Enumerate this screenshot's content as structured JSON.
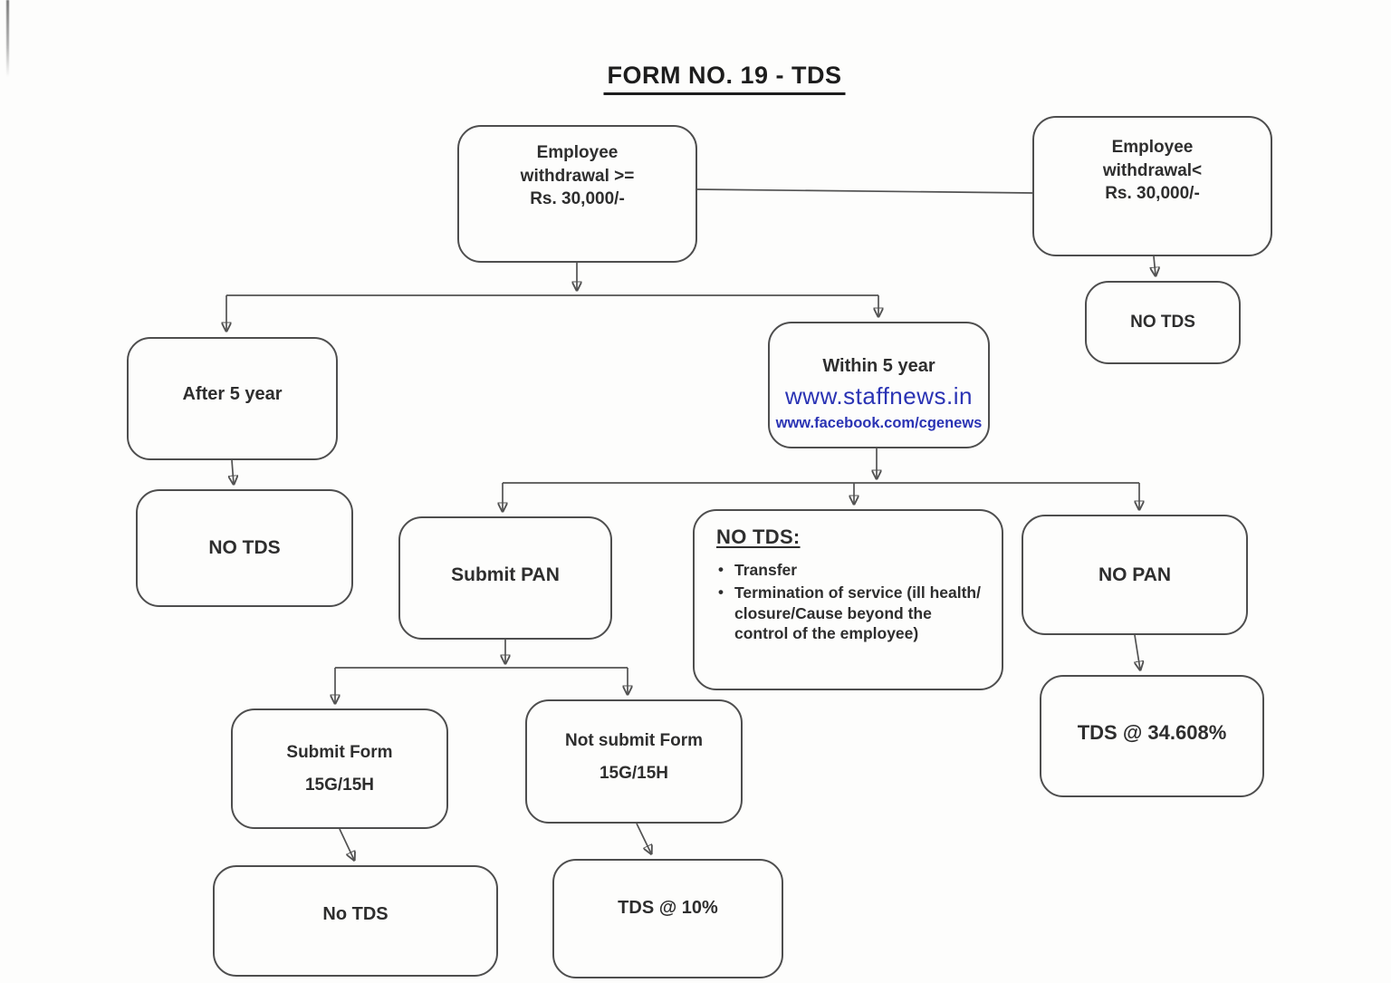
{
  "page": {
    "title": "FORM NO. 19 - TDS"
  },
  "colors": {
    "watermark_blue": "#2a33b4",
    "ink": "#2e2e2e",
    "line": "#525252"
  },
  "watermark": {
    "site": "www.staffnews.in",
    "facebook": "www.facebook.com/cgenews"
  },
  "nodes": {
    "withdrawal_ge": {
      "line1": "Employee",
      "line2": "withdrawal >=",
      "line3": "Rs. 30,000/-"
    },
    "withdrawal_lt": {
      "line1": "Employee",
      "line2": "withdrawal<",
      "line3": "Rs. 30,000/-"
    },
    "no_tds_right": {
      "label": "NO TDS"
    },
    "after_5_year": {
      "label": "After 5 year"
    },
    "within_5_year": {
      "label": "Within 5 year"
    },
    "no_tds_left": {
      "label": "NO TDS"
    },
    "submit_pan": {
      "label": "Submit PAN"
    },
    "no_tds_reasons": {
      "heading": "NO TDS:",
      "bullet1": "Transfer",
      "bullet2": "Termination of service (ill health/ closure/Cause beyond the control of the employee)"
    },
    "no_pan": {
      "label": "NO PAN"
    },
    "tds_34": {
      "label": "TDS @ 34.608%"
    },
    "submit_form": {
      "line1": "Submit Form",
      "line2": "15G/15H"
    },
    "not_submit_form": {
      "line1": "Not submit Form",
      "line2": "15G/15H"
    },
    "no_tds_bottom": {
      "label": "No TDS"
    },
    "tds_10": {
      "label": "TDS @ 10%"
    }
  }
}
